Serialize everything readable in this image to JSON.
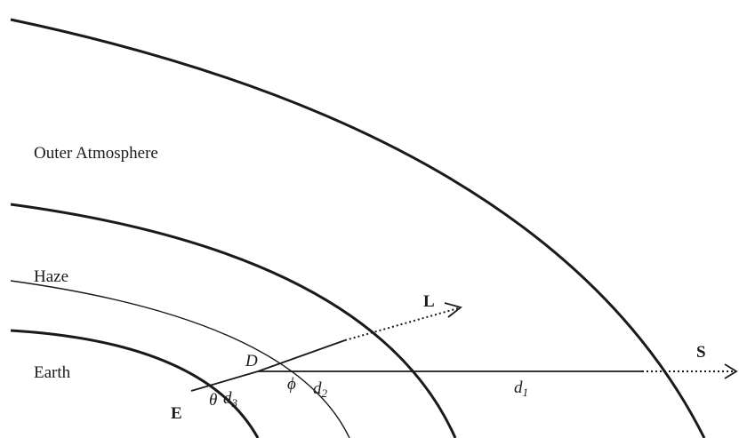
{
  "labels": {
    "outer_atmosphere": "Outer Atmosphere",
    "haze": "Haze",
    "earth": "Earth",
    "point_d": "D",
    "point_e": "E",
    "point_l": "L",
    "point_s": "S",
    "angle_theta": "θ",
    "angle_phi": "ϕ",
    "dist_d1": "d",
    "dist_d1_sub": "1",
    "dist_d2": "d",
    "dist_d2_sub": "2",
    "dist_d3": "d",
    "dist_d3_sub": "3"
  }
}
